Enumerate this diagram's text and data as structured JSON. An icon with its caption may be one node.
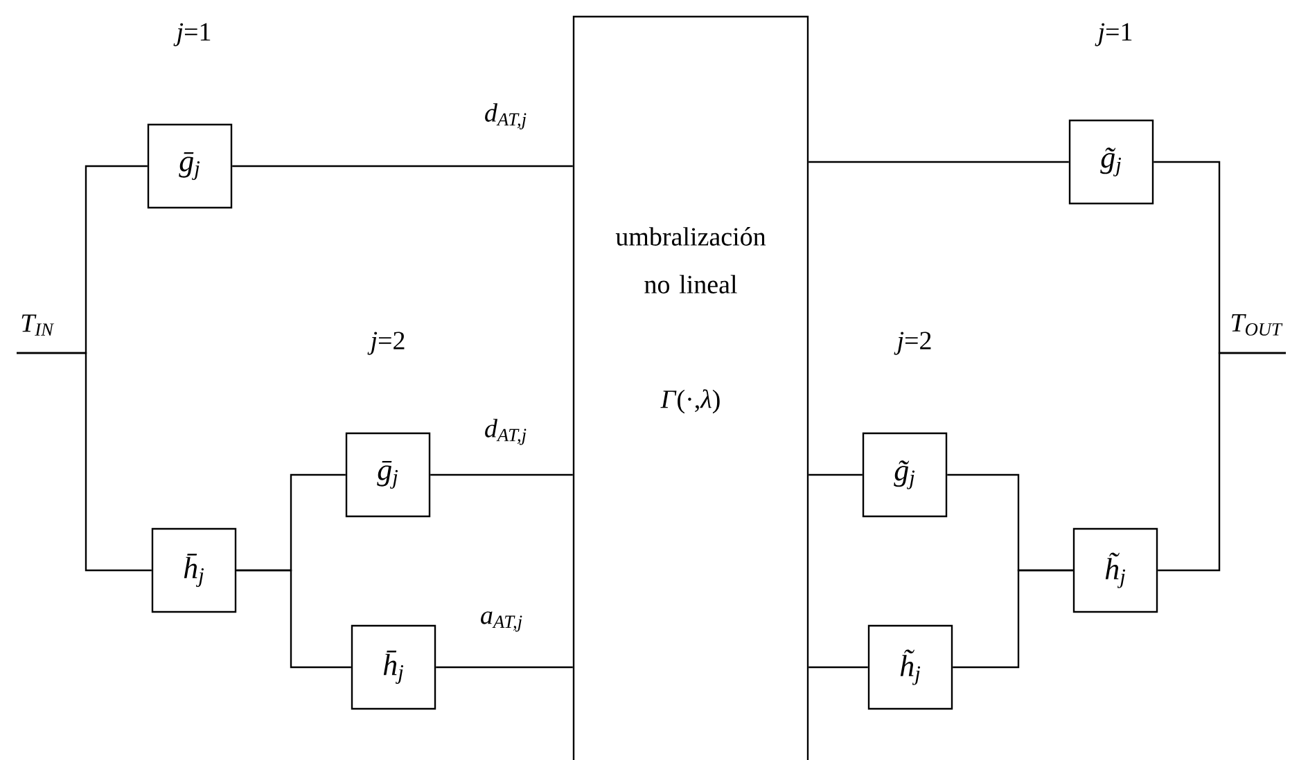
{
  "diagram": {
    "nodes": [
      {
        "text": [
          "T$_{IN}$"
        ]
      },
      {
        "text": [
          "ḡ$_{j}$"
        ]
      },
      {
        "text": [
          "h̄$_{j}$"
        ]
      },
      {
        "text": [
          "ḡ$_{j}$"
        ]
      },
      {
        "text": [
          "h̄$_{j}$"
        ]
      },
      {
        "text": [
          "umbralización no lineal",
          "*Γ*(·,*λ*)"
        ]
      },
      {
        "text": [
          "g̃$_{j}$"
        ]
      },
      {
        "text": [
          "g̃$_{j}$"
        ]
      },
      {
        "text": [
          "h̃$_{j}$"
        ]
      },
      {
        "text": [
          "h̃$_{j}$"
        ]
      },
      {
        "text": [
          "T$_{OUT}$"
        ]
      }
    ],
    "edges": [
      {
        "from": 0,
        "to": 1,
        "arrow": "none"
      },
      {
        "from": 0,
        "to": 2,
        "arrow": "none"
      },
      {
        "from": 1,
        "to": 5,
        "arrow": "none",
        "label": "d$_{AT,j}$"
      },
      {
        "from": 2,
        "to": 3,
        "arrow": "none"
      },
      {
        "from": 2,
        "to": 4,
        "arrow": "none"
      },
      {
        "from": 3,
        "to": 5,
        "arrow": "none",
        "label": "d$_{AT,j}$"
      },
      {
        "from": 4,
        "to": 5,
        "arrow": "none",
        "label": "a$_{AT,j}$"
      },
      {
        "from": 5,
        "to": 6,
        "arrow": "none"
      },
      {
        "from": 5,
        "to": 7,
        "arrow": "none"
      },
      {
        "from": 5,
        "to": 8,
        "arrow": "none"
      },
      {
        "from": 6,
        "to": 10,
        "arrow": "none"
      },
      {
        "from": 7,
        "to": 9,
        "arrow": "none"
      },
      {
        "from": 8,
        "to": 9,
        "arrow": "none"
      },
      {
        "from": 9,
        "to": 10,
        "arrow": "none"
      }
    ],
    "labels": [
      "*j*=1",
      "*j*=2",
      "*j*=1",
      "*j*=2"
    ]
  }
}
